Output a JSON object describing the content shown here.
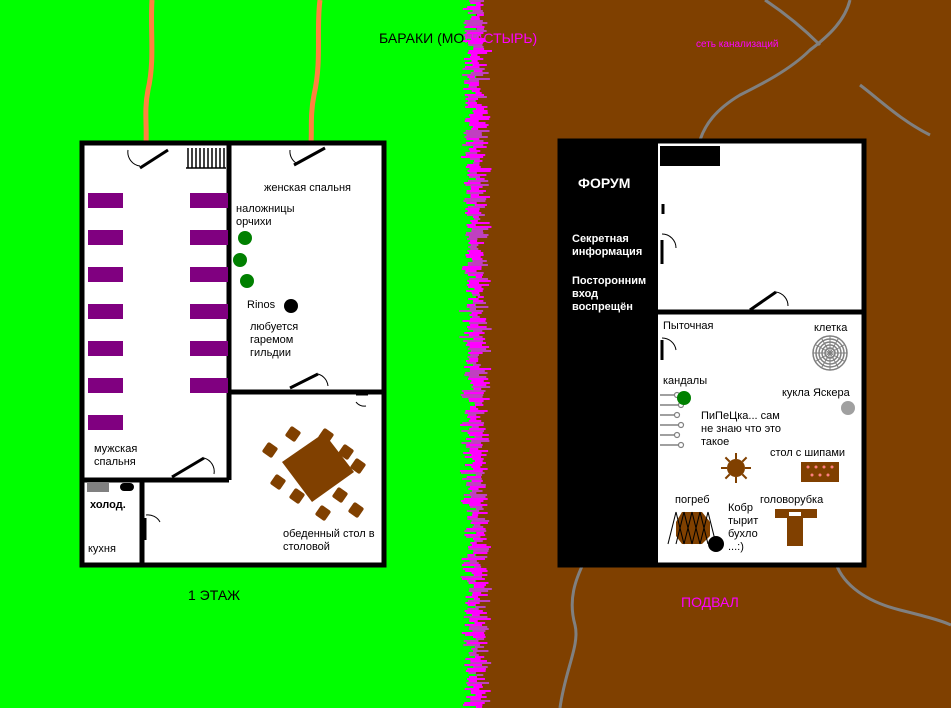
{
  "title": {
    "part1": "БАРАКИ (МО",
    "part2": "НАСТЫРЬ)",
    "color1": "#000000",
    "color2": "#ff00ff"
  },
  "sewer_label": "сеть канализаций",
  "colors": {
    "grass": "#00ff00",
    "soil": "#7f4000",
    "wall": "#000000",
    "floor": "#ffffff",
    "bed": "#800080",
    "orc": "#008000",
    "road": "#ff8040",
    "pipe": "#808080",
    "furniture": "#804000",
    "magenta": "#ff00ff"
  },
  "floor1": {
    "caption": "1 ЭТАЖ",
    "rooms": {
      "male_bedroom": "мужская спальня",
      "female_bedroom": "женская спальня",
      "concubines": "наложницы орчихи",
      "rinos_name": "Rinos",
      "rinos_action": "любуется гаремом гильдии",
      "fridge": "холод.",
      "kitchen": "кухня",
      "dining_table": "обеденный стол в столовой"
    }
  },
  "basement": {
    "caption": "ПОДВАЛ",
    "forum": {
      "title": "ФОРУМ",
      "secret": "Секретная информация",
      "forbidden": "Посторонним вход воспрещён"
    },
    "torture": "Пыточная",
    "cage": "клетка",
    "shackles": "кандалы",
    "doll": "кукла Яскера",
    "unknown": "ПиПеЦка... сам не знаю что это такое",
    "spike_table": "стол с шипами",
    "cellar": "погреб",
    "beheader": "головорубка",
    "cobra": "Кобр тырит бухло ...:)"
  }
}
